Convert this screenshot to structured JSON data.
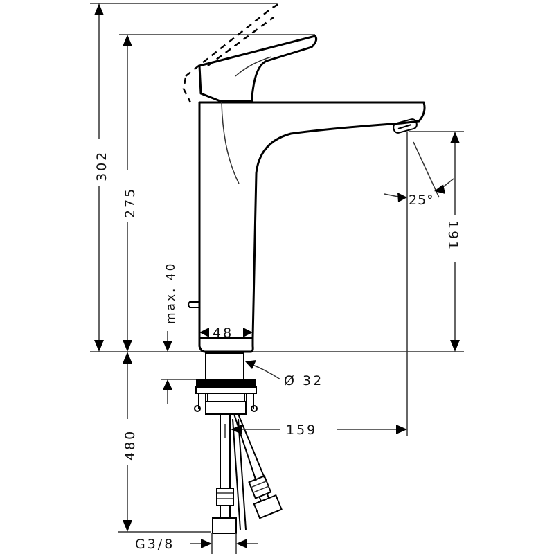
{
  "diagram": {
    "subject": "Single-lever basin mixer tap dimension drawing",
    "dimensions": {
      "total_height": "302",
      "spout_height_top": "275",
      "outlet_height": "191",
      "spray_angle": "25°",
      "body_width": "48",
      "max_counter_thickness": "max. 40",
      "shank_diameter": "Ø 32",
      "projection": "159",
      "hose_length": "480",
      "hose_connection": "G3/8"
    },
    "colors": {
      "line": "#000000",
      "background": "#ffffff"
    }
  }
}
